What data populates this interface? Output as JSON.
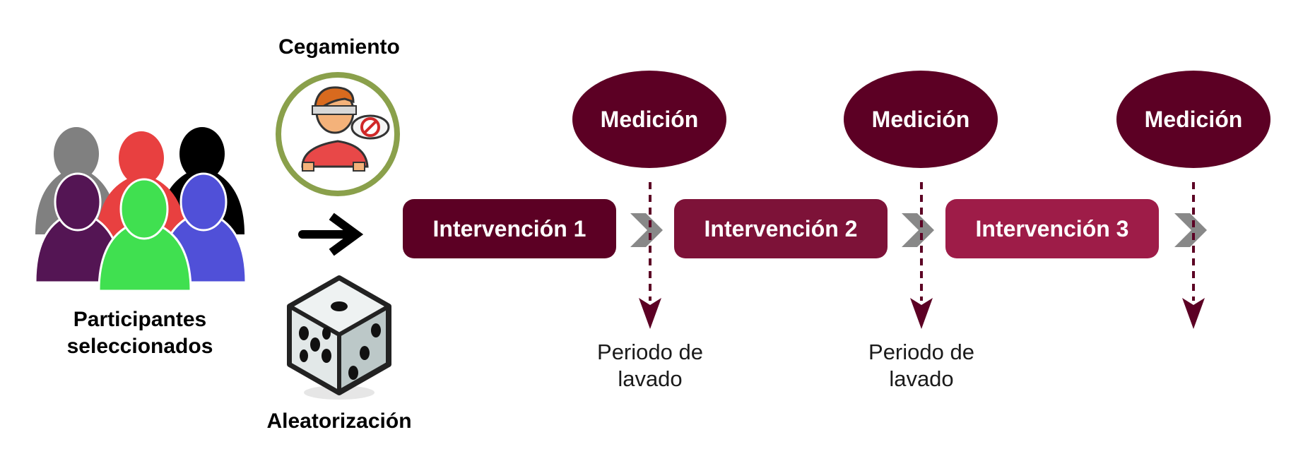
{
  "participants": {
    "label_line1": "Participantes",
    "label_line2": "seleccionados"
  },
  "blinding": {
    "label": "Cegamiento"
  },
  "randomization": {
    "label": "Aleatorización"
  },
  "measurements": [
    {
      "label": "Medición"
    },
    {
      "label": "Medición"
    },
    {
      "label": "Medición"
    }
  ],
  "interventions": [
    {
      "label": "Intervención 1",
      "color": "#5c0024"
    },
    {
      "label": "Intervención 2",
      "color": "#7d1238"
    },
    {
      "label": "Intervención 3",
      "color": "#9e1c48"
    }
  ],
  "washout_periods": [
    {
      "line1": "Periodo de",
      "line2": "lavado"
    },
    {
      "line1": "Periodo de",
      "line2": "lavado"
    }
  ],
  "colors": {
    "maroon": "#5c0024",
    "chevron_gray": "#888888",
    "blinding_ring": "#8aa04b"
  }
}
